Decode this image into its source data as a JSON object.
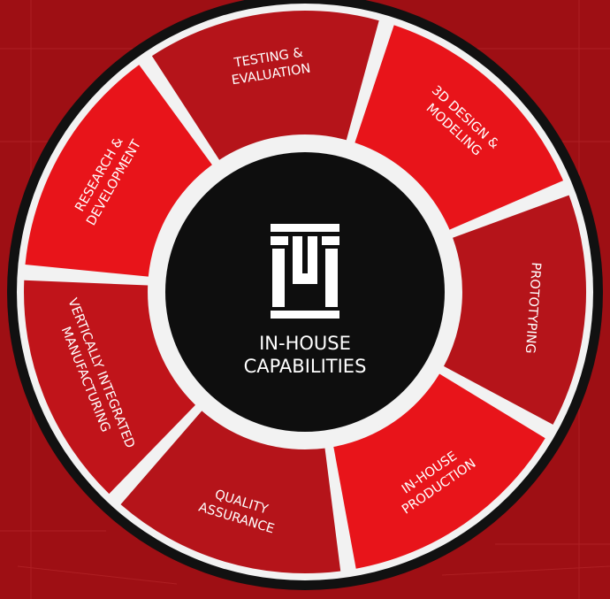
{
  "diagram": {
    "center": {
      "logo": "h-monogram-logo",
      "title_lines": [
        "IN-HOUSE",
        "CAPABILITIES"
      ]
    },
    "segments": [
      {
        "lines": [
          "RESEARCH &",
          "DEVELOPMENT"
        ],
        "color": "#e8141a"
      },
      {
        "lines": [
          "TESTING &",
          "EVALUATION"
        ],
        "color": "#b5141a"
      },
      {
        "lines": [
          "3D DESIGN &",
          "MODELING"
        ],
        "color": "#e8141a"
      },
      {
        "lines": [
          "PROTOTYPING"
        ],
        "color": "#b5141a"
      },
      {
        "lines": [
          "IN-HOUSE",
          "PRODUCTION"
        ],
        "color": "#e8141a"
      },
      {
        "lines": [
          "QUALITY",
          "ASSURANCE"
        ],
        "color": "#b5141a"
      },
      {
        "lines": [
          "VERTICALLY INTEGRATED",
          "MANUFACTURING"
        ],
        "color": "#c0141a"
      }
    ],
    "colors": {
      "background": "#9e0f14",
      "outer_ring": "#111111",
      "separator": "#f2f2f2",
      "center_disc": "#0e0e0e",
      "text": "#ffffff"
    }
  }
}
